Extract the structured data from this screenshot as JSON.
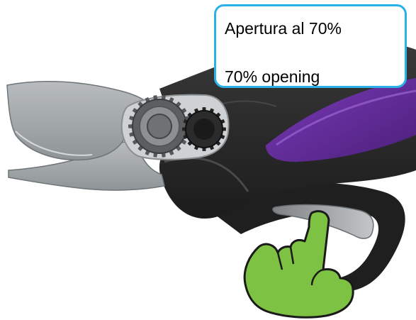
{
  "callout": {
    "line1": "Apertura al 70%",
    "line2": "70% opening"
  },
  "blade_opening_percent": 70,
  "colors": {
    "callout_border": "#2bb1e8",
    "body": "#2a2a2a",
    "accent": "#6a2fa0",
    "blade": "#a7abad",
    "trigger": "#9fa3a6",
    "hand": "#7dc242",
    "hand_outline": "#1a1a1a"
  },
  "icons": {
    "hand": "pointing-hand-icon",
    "gear_large": "gear-icon",
    "gear_small": "gear-icon"
  }
}
